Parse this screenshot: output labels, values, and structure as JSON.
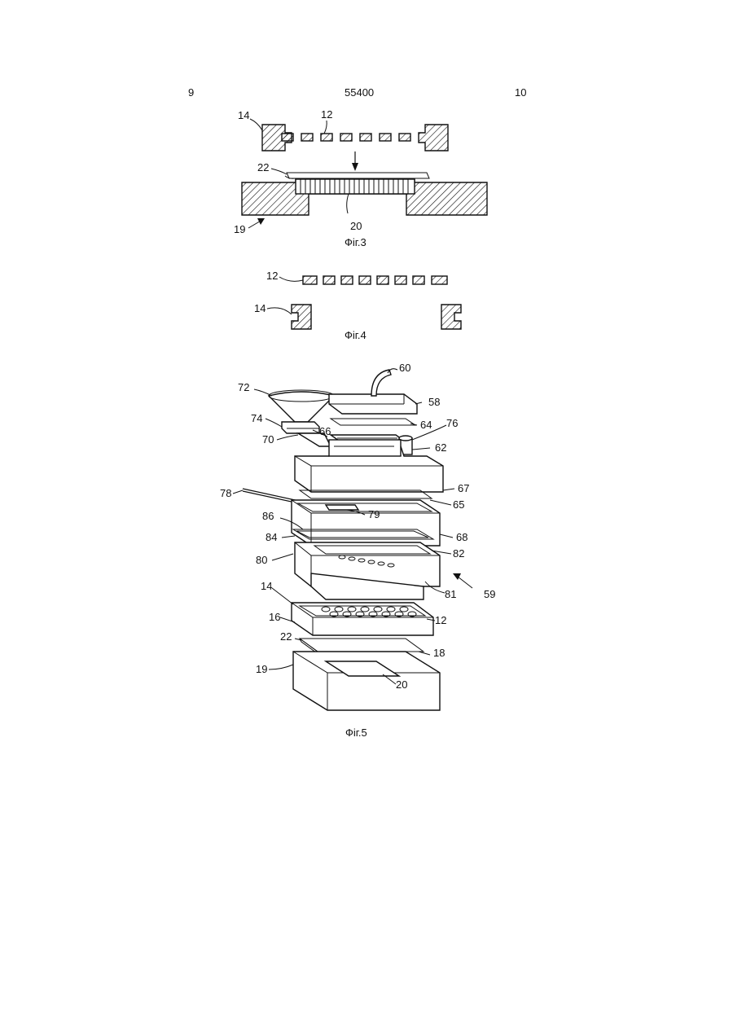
{
  "header": {
    "page_left": "9",
    "patent_number": "55400",
    "page_right": "10"
  },
  "figures": {
    "fig3": {
      "caption": "Фіг.3",
      "labels": {
        "l14": "14",
        "l12": "12",
        "l22": "22",
        "l19": "19",
        "l20": "20"
      }
    },
    "fig4": {
      "caption": "Фіг.4",
      "labels": {
        "l12": "12",
        "l14": "14"
      }
    },
    "fig5": {
      "caption": "Фіг.5",
      "labels": {
        "l60": "60",
        "l72": "72",
        "l58": "58",
        "l74": "74",
        "l64": "64",
        "l66": "66",
        "l76": "76",
        "l70": "70",
        "l62": "62",
        "l67": "67",
        "l78": "78",
        "l65": "65",
        "l86": "86",
        "l79": "79",
        "l84": "84",
        "l68": "68",
        "l80": "80",
        "l82": "82",
        "l81": "81",
        "l59": "59",
        "l14": "14",
        "l16": "16",
        "l12": "12",
        "l22": "22",
        "l18": "18",
        "l19": "19",
        "l20": "20"
      }
    }
  }
}
